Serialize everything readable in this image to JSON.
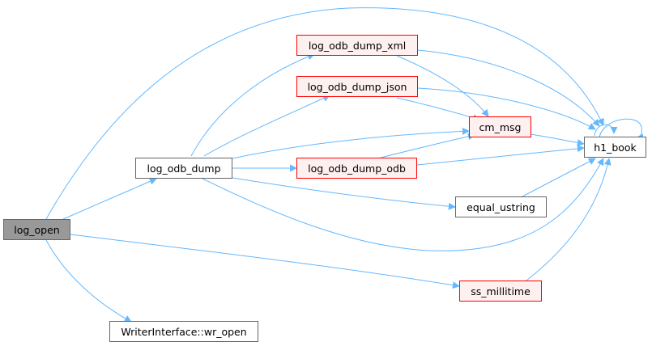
{
  "colors": {
    "edge": "#63b8ff",
    "node_border": "#666666",
    "node_fill": "#ffffff",
    "highlight_border": "#ff0000",
    "highlight_fill": "#fff0f0",
    "current_fill": "#999999"
  },
  "nodes": {
    "log_open": "log_open",
    "log_odb_dump": "log_odb_dump",
    "log_odb_dump_xml": "log_odb_dump_xml",
    "log_odb_dump_json": "log_odb_dump_json",
    "cm_msg": "cm_msg",
    "log_odb_dump_odb": "log_odb_dump_odb",
    "h1_book": "h1_book",
    "equal_ustring": "equal_ustring",
    "ss_millitime": "ss_millitime",
    "wr_open": "WriterInterface::wr_open"
  }
}
